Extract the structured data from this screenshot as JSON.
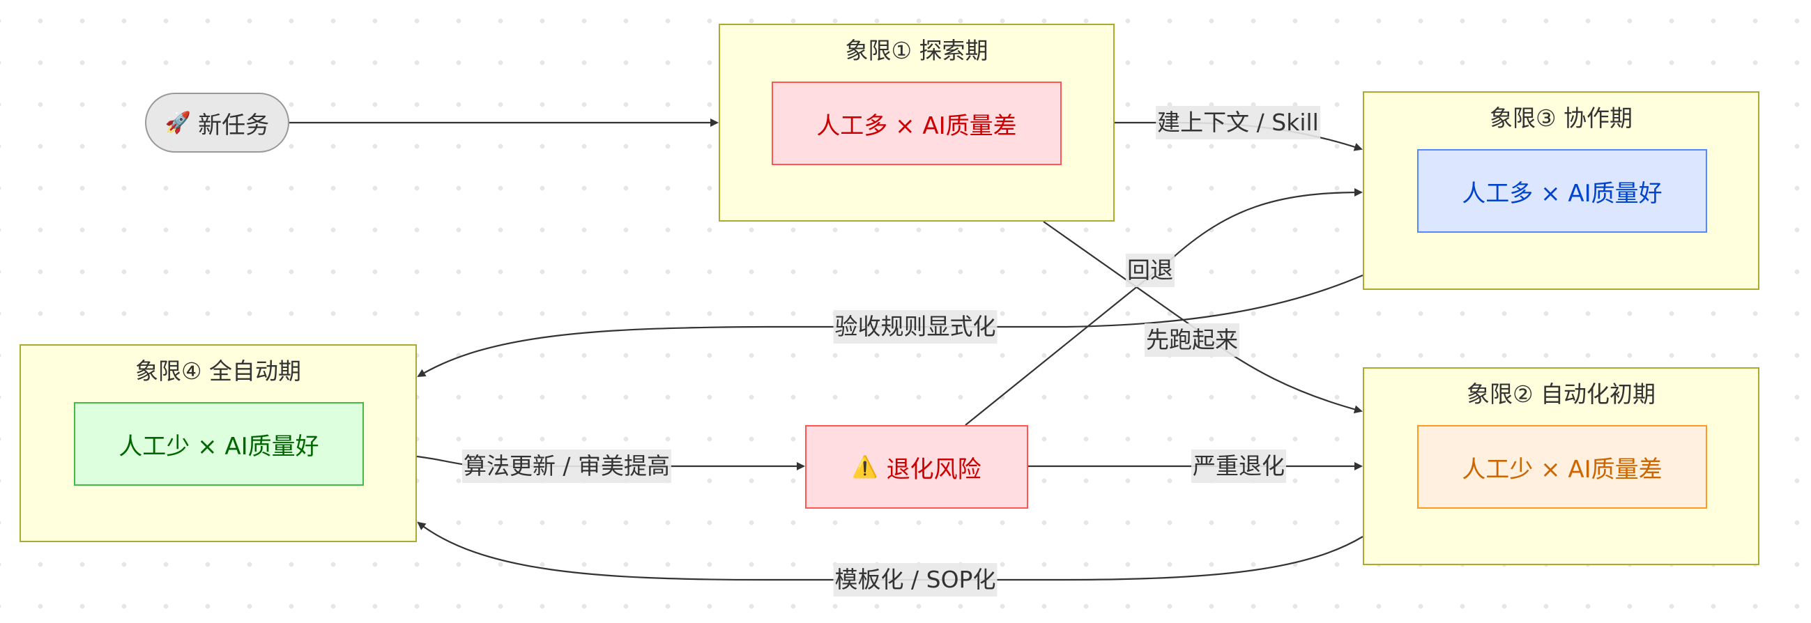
{
  "start": {
    "icon": "rocket-icon",
    "icon_glyph": "🚀",
    "label": "新任务"
  },
  "quadrants": {
    "q1": {
      "title": "象限① 探索期",
      "state": "人工多 × AI质量差",
      "color": "#cc0000",
      "fill": "#ffdde0",
      "border": "#ff5555"
    },
    "q2": {
      "title": "象限② 自动化初期",
      "state": "人工少 × AI质量差",
      "color": "#cc6600",
      "fill": "#fff0e0",
      "border": "#ff9922"
    },
    "q3": {
      "title": "象限③ 协作期",
      "state": "人工多 × AI质量好",
      "color": "#0044cc",
      "fill": "#dde6ff",
      "border": "#5588ff"
    },
    "q4": {
      "title": "象限④ 全自动期",
      "state": "人工少 × AI质量好",
      "color": "#006600",
      "fill": "#ddffdd",
      "border": "#44bb44"
    }
  },
  "risk": {
    "icon": "warning-icon",
    "icon_glyph": "⚠️",
    "label": "退化风险"
  },
  "edges": {
    "start_to_q1": "",
    "q1_to_q3": "建上下文 / Skill",
    "q1_to_q2": "先跑起来",
    "risk_to_q3": "回退",
    "q3_to_q4": "验收规则显式化",
    "q4_to_risk": "算法更新 / 审美提高",
    "risk_to_q2": "严重退化",
    "q2_to_q4": "模板化 / SOP化"
  }
}
